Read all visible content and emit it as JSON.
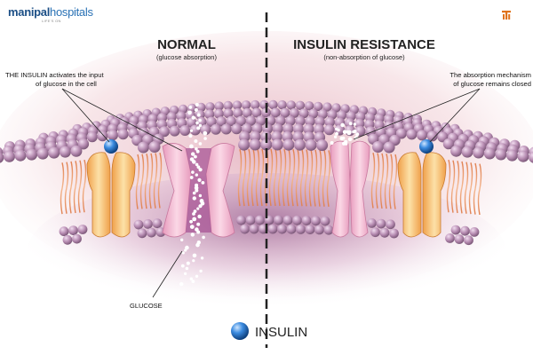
{
  "brand": {
    "name_bold": "manipal",
    "name_light": "hospitals",
    "tagline": "LIFE'S ON"
  },
  "normal": {
    "title": "NORMAL",
    "subtitle": "(glucose absorption)"
  },
  "resistance": {
    "title": "INSULIN RESISTANCE",
    "subtitle": "(non-absorption of glucose)"
  },
  "callouts": {
    "left_line1": "THE INSULIN activates the input",
    "left_line2": "of glucose in the cell",
    "right_line1": "The absorption mechanism",
    "right_line2": "of glucose remains closed"
  },
  "glucose_label": "GLUCOSE",
  "legend": {
    "label": "INSULIN"
  },
  "colors": {
    "lipid_head": "#b58ab0",
    "lipid_tail": "#e8894a",
    "channel_pink": "#f1b6cf",
    "receptor_orange": "#f5b060",
    "insulin_blue": "#1f6fbf",
    "brand_blue": "#1c4f86"
  },
  "icons": [
    "insulin-molecule-icon",
    "manipal-logo-icon"
  ]
}
